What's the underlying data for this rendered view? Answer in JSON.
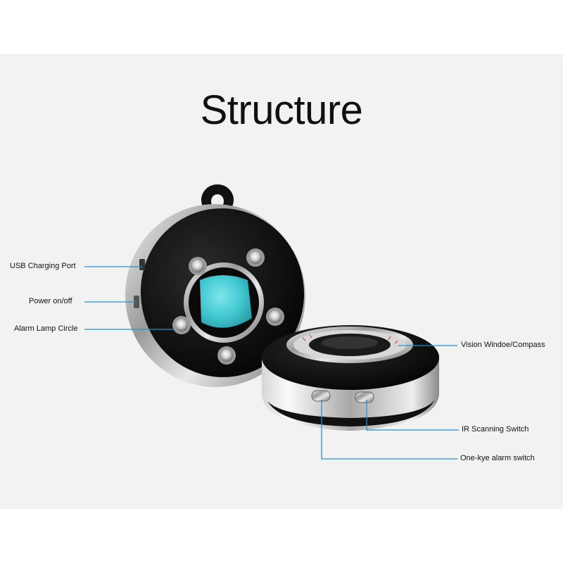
{
  "title": "Structure",
  "colors": {
    "background": "#f2f2f2",
    "leader_line": "#2a8fd0",
    "lens_cyan": "#3fc6cf",
    "body_black": "#0c0c0c",
    "chrome": "#c9c9c9"
  },
  "callouts": {
    "usb_port": "USB Charging Port",
    "power": "Power on/off",
    "alarm_lamp": "Alarm Lamp Circle",
    "vision_window": "Vision Windoe/Compass",
    "ir_switch": "IR Scanning Switch",
    "alarm_switch": "One-kye alarm switch"
  }
}
